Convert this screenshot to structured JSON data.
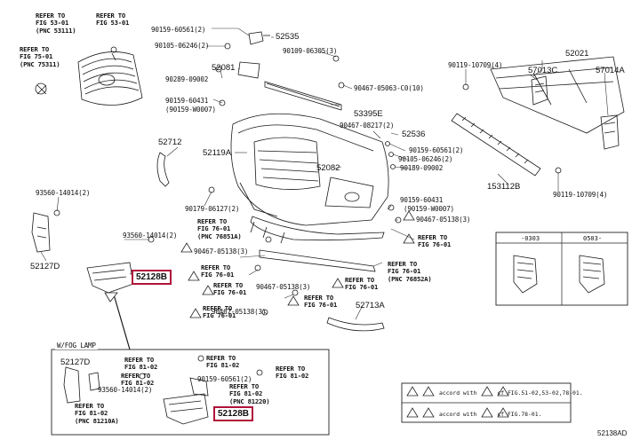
{
  "diagram": {
    "part_labels": {
      "p52535": "52535",
      "p52081": "52081",
      "p53395e": "53395E",
      "p52536": "52536",
      "p52712": "52712",
      "p52119a": "52119A",
      "p52082": "52082",
      "p52021": "52021",
      "p57013c": "57013C",
      "p57014a": "57014A",
      "p153112b": "153112B",
      "p52127d": "52127D",
      "p52127d_inset": "52127D",
      "p52713a": "52713A",
      "id_code": "52138AD"
    },
    "highlighted_parts": {
      "main": "52128B",
      "inset": "52128B"
    },
    "fasteners": {
      "f90159_60561": "90159-60561(2)",
      "f90105_06246": "90105-06246(2)",
      "f90109_06305": "90109-06305(3)",
      "f90289_09002": "90289-09002",
      "f90467_05063": "90467-05063-C0(10)",
      "f90159_60431_a": "90159-60431",
      "f90159_w0007_a": "(90159-W0007)",
      "f90467_08217": "90467-08217(2)",
      "f90159_60561_b": "90159-60561(2)",
      "f90105_06246_b": "90105-06246(2)",
      "f90189_09002": "90189-09002",
      "f90119_10709_a": "90119-10709(4)",
      "f90119_10709_b": "90119-10709(4)",
      "f93560_14014_a": "93560-14014(2)",
      "f90179_06127": "90179-06127(2)",
      "f90159_60431_b": "90159-60431",
      "f90159_w0007_b": "(90159-W0007)",
      "f90467_05138_a": "90467-05138(3)",
      "f93560_14014_b": "93560-14014(2)",
      "f90467_05138_b": "90467-05138(3)",
      "f90467_05138_c": "90467-05138(3)",
      "f90467_05138_d": "90467-05138(3)",
      "f90159_60561_c": "90159-60561(2)",
      "f93560_14014_c": "93560-14014(2)"
    },
    "references": {
      "r1": "REFER TO\nFIG 53-01\n(PNC 53111)",
      "r2": "REFER TO\nFIG 53-01",
      "r3": "REFER TO\nFIG 75-01\n(PNC 75311)",
      "r4": "REFER TO\nFIG 76-01\n(PNC 76851A)",
      "r5": "REFER TO\nFIG 76-01",
      "r6": "REFER TO\nFIG 76-01",
      "r7": "REFER TO\nFIG 76-01",
      "r8": "REFER TO\nFIG 76-01",
      "r9": "REFER TO\nFIG 76-01\n(PNC 76852A)",
      "r10": "REFER TO\nFIG 76-01",
      "r11": "REFER TO\nFIG 76-01",
      "r12": "REFER TO\nFIG 81-02",
      "r13": "REFER TO\nFIG 81-02",
      "r14": "REFER TO\nFIG 81-02",
      "r15": "REFER TO\nFIG 81-02",
      "r16": "REFER TO\nFIG 81-02\n(PNC 81220)",
      "r17": "REFER TO\nFIG 81-02\n(PNC 81210A)"
    },
    "inset_title": "W/FOG LAMP",
    "variant_table": {
      "col1": "-0303",
      "col2": "0503-"
    },
    "notes": {
      "n1": "accord with      cf FIG.51-02,53-02,78-01.",
      "n2": "accord with      cf FIG.78-01."
    }
  }
}
